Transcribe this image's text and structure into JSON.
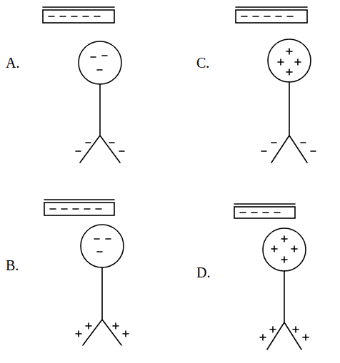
{
  "diagram": {
    "labels": [
      "A.",
      "B.",
      "C.",
      "D."
    ]
  }
}
